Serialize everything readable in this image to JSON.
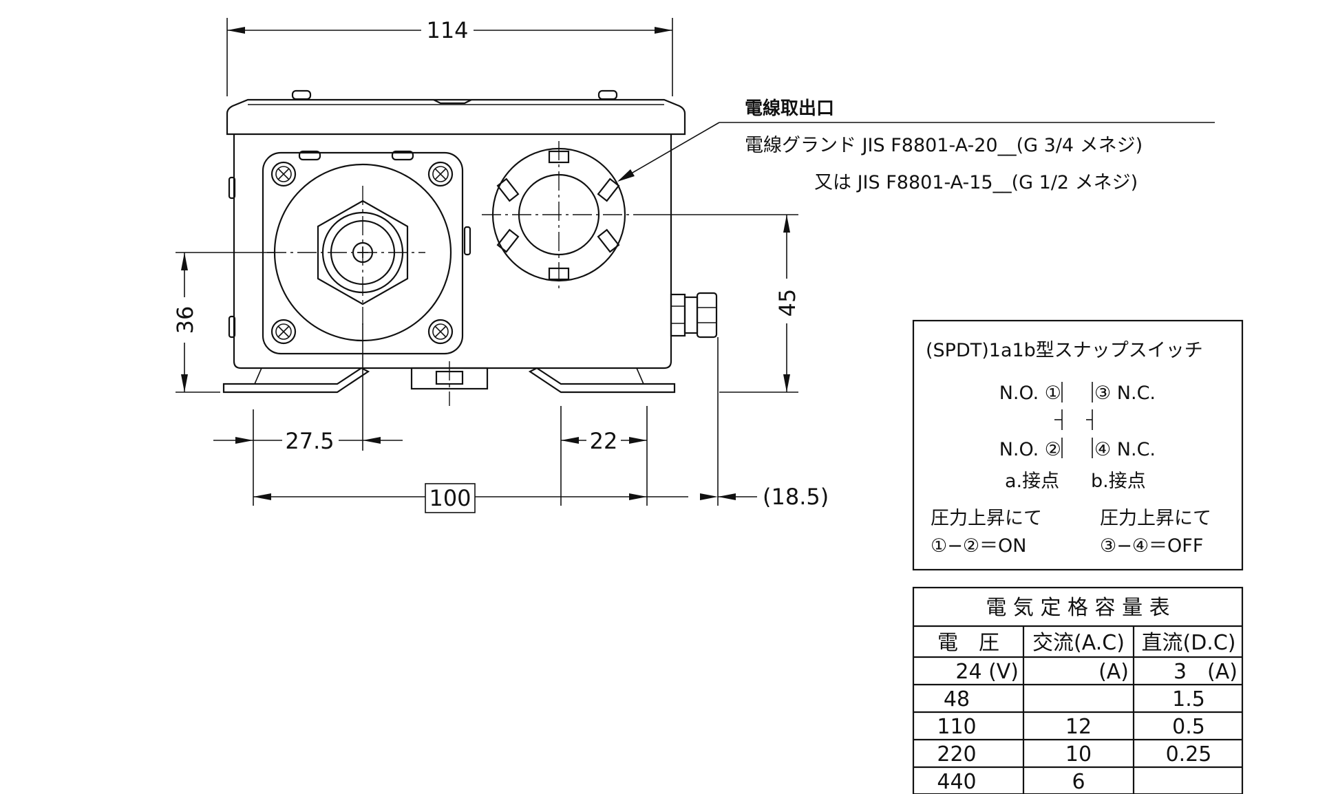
{
  "dimensions": {
    "width_114": "114",
    "height_36": "36",
    "height_45": "45",
    "dim_27_5": "27.5",
    "dim_22": "22",
    "dim_100": "100",
    "dim_18_5": "(18.5)"
  },
  "callout": {
    "title": "電線取出口",
    "line1": "電線グランド JIS F8801-A-20__(G 3/4 メネジ)",
    "line2": "又は JIS F8801-A-15__(G 1/2 メネジ)"
  },
  "switch_box": {
    "title": "(SPDT)1a1b型スナップスイッチ",
    "no1": "N.O. ①",
    "nc3": "③ N.C.",
    "no2": "N.O. ②",
    "nc4": "④ N.C.",
    "a_contact": "a.接点",
    "b_contact": "b.接点",
    "pressure_rise_left": "圧力上昇にて",
    "pressure_rise_right": "圧力上昇にて",
    "on_text": "①−②＝ON",
    "off_text": "③−④＝OFF"
  },
  "rating_table": {
    "title": "電 気 定 格 容 量 表",
    "headers": [
      "電　圧",
      "交流(A.C)",
      "直流(D.C)"
    ],
    "rows": [
      [
        "24 (V)",
        "(A)",
        "3　(A)"
      ],
      [
        "48",
        "",
        "1.5"
      ],
      [
        "110",
        "12",
        "0.5"
      ],
      [
        "220",
        "10",
        "0.25"
      ],
      [
        "440",
        "6",
        ""
      ]
    ]
  }
}
